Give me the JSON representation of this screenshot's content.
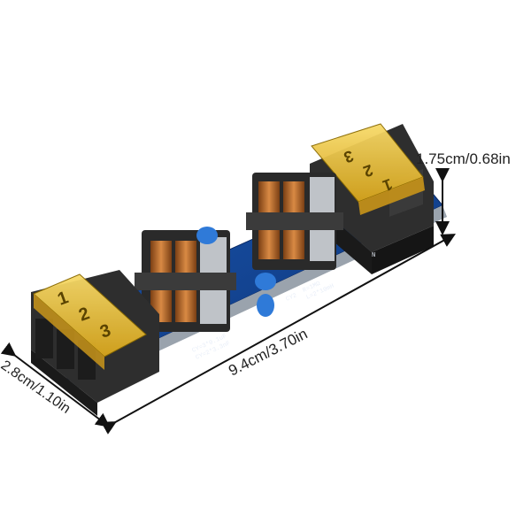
{
  "dimensions": {
    "height": "1.75cm/0.68in",
    "length": "9.4cm/3.70in",
    "width": "2.8cm/1.10in"
  },
  "terminal_numbers": [
    "1",
    "2",
    "3"
  ],
  "silkscreen": {
    "cx_line1": "CY=3*0.1uF",
    "cx_line2": "CY=2*3.3nF",
    "cy2": "CY2",
    "r_line": "R=1MΩ",
    "l_line": "L=2*10mH",
    "n_mark": "N"
  },
  "colors": {
    "pcb": "#0f3f8c",
    "terminal_block": "#262626",
    "fuse_cover": "#f0c534",
    "ferrite_core": "#2b2b2b",
    "copper_winding": "#b56a2a",
    "capacitor": "#2f7ad8"
  }
}
